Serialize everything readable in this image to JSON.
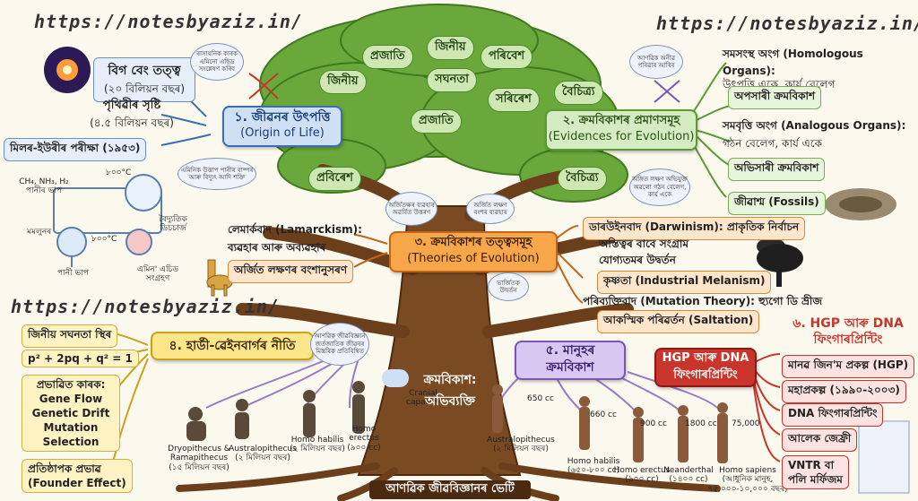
{
  "watermarks": [
    "https://notesbyaziz.in/",
    "https://notesbyaziz.in/",
    "https://notesbyaziz.in/"
  ],
  "leaves": [
    "প্ৰজাতি",
    "জিনীয়",
    "পৰিবেশ",
    "জিনীয়",
    "সঘনতা",
    "সৰিৰেশ",
    "বৈচিত্ৰ্য",
    "প্ৰজাতি",
    "প্ৰবিৰেশ",
    "বৈচিত্ৰ্য"
  ],
  "origin": {
    "title": "১. জীৱনৰ উৎপত্তি",
    "subtitle": "(Origin of Life)",
    "items": [
      {
        "title": "বিগ বেং তত্ত্ব",
        "sub": "(২০ বিলিয়ন বছৰ)"
      },
      {
        "title": "পৃথিৱীৰ সৃষ্টি",
        "sub": "(৪.৫ বিলিয়ন বছৰ)"
      },
      {
        "title": "মিলৰ-ইউৰীৰ পৰীক্ষা (১৯৫৩)",
        "sub": ""
      }
    ],
    "bubble_top": "ৰাসায়নিক কাৰক এমিনো এছিড সংশ্লেষণ কৰিব",
    "bubble_mid": "এমিনিক উত্তাপ পানীৰ বাষ্পৰ আৰু বিদ্যুৎ আদি শক্তি",
    "apparatus": {
      "gases": "CH₄, NH₃, H₂",
      "water_vapour": "পানীৰ ভাপ",
      "temp1": "৮০০°C",
      "temp2": "৮০০°C",
      "condenser": "মমলুনৰ",
      "electric": "বৈদ্যুতিক ডিচচাৰ্জ",
      "water": "পানী ভাপ",
      "amino": "এমিন' এচিড সংগ্ৰহণ"
    }
  },
  "evidence": {
    "title": "২. ক্ৰমবিকাশৰ প্ৰমাণসমূহ",
    "subtitle": "(Evidences for Evolution)",
    "bubble": "আণৱিক অনীৱ পৰিৱাৰ আৰিব",
    "items": [
      {
        "title": "সমসংস্থ অংগ (Homologous Organs):",
        "sub": "উৎপত্তি একে, কাৰ্য বেলেগ"
      },
      {
        "title": "অপসাৰী ক্ৰমবিকাশ",
        "sub": ""
      },
      {
        "title": "সমবৃত্তি অংগ (Analogous Organs):",
        "sub": "গঠন বেলেগ, কাৰ্য একে"
      },
      {
        "title": "অভিসাৰী ক্ৰমবিকাশ",
        "sub": ""
      },
      {
        "title": "জীৱাশ্ম (Fossils)",
        "sub": ""
      }
    ],
    "bubble2": "অঙ্গিত লক্ষণ অভিযুক্ত অৱলো গঠন বেলেগ, কাৰ্য একে"
  },
  "theories": {
    "title": "৩. ক্ৰমবিকাশৰ তত্ত্বসমূহ",
    "subtitle": "(Theories of Evolution)",
    "left": [
      {
        "title": "লেমাৰ্কবাদ (Lamarckism):",
        "sub": "ব্যৱহাৰ আৰু অব্যৱহাৰ"
      },
      {
        "title": "অৰ্জিত লক্ষণৰ বংশানুসৰণ",
        "sub": ""
      }
    ],
    "right": [
      {
        "title": "ডাৰউইনবাদ (Darwinism): প্ৰাকৃতিক নিৰ্বাচন",
        "sub": ""
      },
      {
        "title": "অস্তিত্বৰ বাবে সংগ্ৰাম",
        "sub": ""
      },
      {
        "title": "যোগ্যতমৰ উদ্বৰ্তন",
        "sub": ""
      },
      {
        "title": "কৃষ্ণতা (Industrial Melanism)",
        "sub": ""
      },
      {
        "title": "পৰিব্যক্তিবাদ (Mutation Theory): হ্যুগো ডি ভ্ৰীজ",
        "sub": ""
      },
      {
        "title": "আকস্মিক পৰিৱৰ্তন (Saltation)",
        "sub": ""
      }
    ],
    "bubble_l": "অৰ্জিতক্ষৰ ব্যৱহাৰ অৱৰ্বিত উত্তৰণ",
    "bubble_r": "অৰ্জিত লক্ষণ বংশৰ ব্যৱহাৰ",
    "bubble_c": "ভাৰ্জিতক উদ্বৰ্তন"
  },
  "hardy": {
    "title": "৪. হাৰ্ডী-ৱেইনবাৰ্গৰ নীতি",
    "items": [
      "জিনীয় সঘনতা স্থিৰ",
      "p² + 2pq + q² = 1"
    ],
    "factor_title": "প্ৰভাৱিত কাৰক:",
    "factors": [
      "Gene Flow",
      "Genetic Drift",
      "Mutation",
      "Selection"
    ],
    "founder": [
      "প্ৰতিষ্ঠাপক প্ৰভাৱ",
      "(Founder Effect)"
    ],
    "bubble": "আণৱিক জীৱবিজ্ঞান জৰ্তজাতিক জীৱনৰ মিস্তৰিক প্ৰতিবিম্বিত"
  },
  "trunk": {
    "label1": "ক্ৰমবিকাশ:",
    "label2": "অভিব্যক্তি",
    "root": "আণৱিক জীৱবিজ্ঞানৰ ভেটি"
  },
  "apes": [
    {
      "name": "Dryopithecus & Ramapithecus",
      "age": "(১৫ মিলিয়ন বছৰ)"
    },
    {
      "name": "Australopithecus",
      "age": "(২ মিলিয়ন বছৰ)"
    },
    {
      "name": "Homo habilis",
      "age": "(২ মিলিয়ন বছৰ)"
    },
    {
      "name": "Homo erectus",
      "age": "(৯০০ cc)"
    }
  ],
  "cranial": "Cranial capacity",
  "human": {
    "title": "৫. মানুহৰ",
    "title2": "ক্ৰমবিকাশ",
    "stages": [
      {
        "cc": "650 cc",
        "name": "Australopithecus",
        "age": "(২ মিলিয়ন বছৰ)"
      },
      {
        "cc": "660 cc",
        "name": "Homo habilis",
        "age": "(৬৫০-৮০০ cc)"
      },
      {
        "cc": "900 cc",
        "name": "Homo erectus",
        "age": "(৯০০ cc)"
      },
      {
        "cc": "1800 cc",
        "name": "Neanderthal",
        "age": "(১৪০০ cc)"
      },
      {
        "cc": "75,000",
        "name": "Homo sapiens",
        "age": "(আধুনিক মানুহ, ৭৫,০০০-১০,০০০ বছৰ)"
      }
    ]
  },
  "hgp": {
    "box1": "HGP আৰু DNA",
    "box2": "ফিংগাৰপ্ৰিন্টিং",
    "title": "৬. HGP আৰু DNA",
    "title2": "ফিংগাৰপ্ৰিন্টিং",
    "items": [
      "মানৱ জিন'ম প্ৰকল্প (HGP)",
      "মহাপ্ৰকল্প (১৯৯০-২০০৩)",
      "DNA ফিংগাৰপ্ৰিন্টিং",
      "আলেক জেফ্ৰী",
      "VNTR বা",
      "পলি মৰ্ফিজম"
    ]
  }
}
